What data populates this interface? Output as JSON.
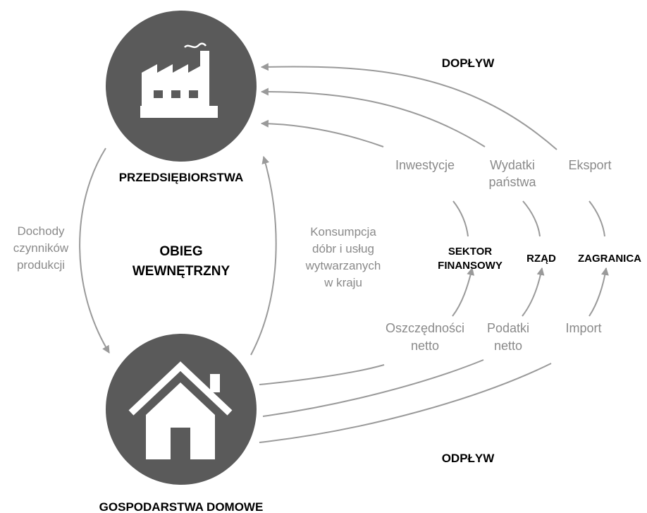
{
  "colors": {
    "node_fill": "#5a5a5a",
    "icon_fill": "#ffffff",
    "flow_stroke": "#9a9a9a",
    "label_gray": "#8a8a8a",
    "label_dark": "#000000"
  },
  "nodes": {
    "firms": {
      "label": "PRZEDSIĘBIORSTWA",
      "icon": "factory-icon"
    },
    "households": {
      "label": "GOSPODARSTWA DOMOWE",
      "icon": "house-icon"
    },
    "financial": {
      "line1": "SEKTOR",
      "line2": "FINANSOWY"
    },
    "government": {
      "label": "RZĄD"
    },
    "abroad": {
      "label": "ZAGRANICA"
    }
  },
  "section_labels": {
    "inflow": "DOPŁYW",
    "outflow": "ODPŁYW",
    "internal_line1": "OBIEG",
    "internal_line2": "WEWNĘTRZNY"
  },
  "flows": {
    "factor_income": {
      "line1": "Dochody",
      "line2": "czynników",
      "line3": "produkcji"
    },
    "consumption": {
      "line1": "Konsumpcja",
      "line2": "dóbr i usług",
      "line3": "wytwarzanych",
      "line4": "w kraju"
    },
    "investment": {
      "label": "Inwestycje"
    },
    "gov_spending": {
      "line1": "Wydatki",
      "line2": "państwa"
    },
    "exports": {
      "label": "Eksport"
    },
    "net_savings": {
      "line1": "Oszczędności",
      "line2": "netto"
    },
    "net_taxes": {
      "line1": "Podatki",
      "line2": "netto"
    },
    "imports": {
      "label": "Import"
    }
  }
}
